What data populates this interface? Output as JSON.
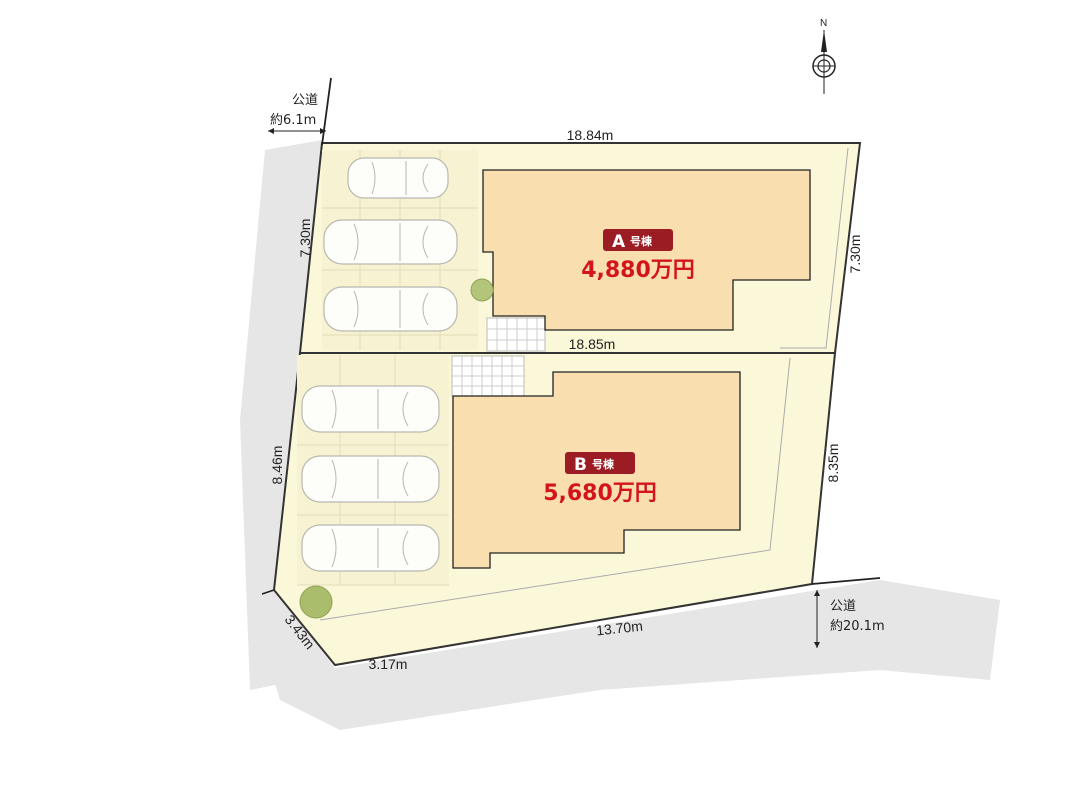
{
  "compass": {
    "north_label": "N"
  },
  "roads": {
    "north_west": {
      "name": "公道",
      "width": "約6.1m"
    },
    "south": {
      "name": "公道",
      "width": "約20.1m"
    }
  },
  "lots": [
    {
      "id": "A",
      "letter": "A",
      "suffix": "号棟",
      "price": "4,880万円"
    },
    {
      "id": "B",
      "letter": "B",
      "suffix": "号棟",
      "price": "5,680万円"
    }
  ],
  "dimensions": {
    "lot_a_top": "18.84m",
    "lot_a_left": "7.30m",
    "lot_a_right": "7.30m",
    "shared_boundary": "18.85m",
    "lot_b_left": "8.46m",
    "lot_b_right": "8.35m",
    "south_frontage": "13.70m",
    "corner_cut": "3.43m",
    "southwest": "3.17m"
  },
  "colors": {
    "lot_fill": "#fbf7d9",
    "building_fill": "#f9deaf",
    "badge": "#9b1c22",
    "price": "#d4141c",
    "road": "#e6e6e6"
  }
}
